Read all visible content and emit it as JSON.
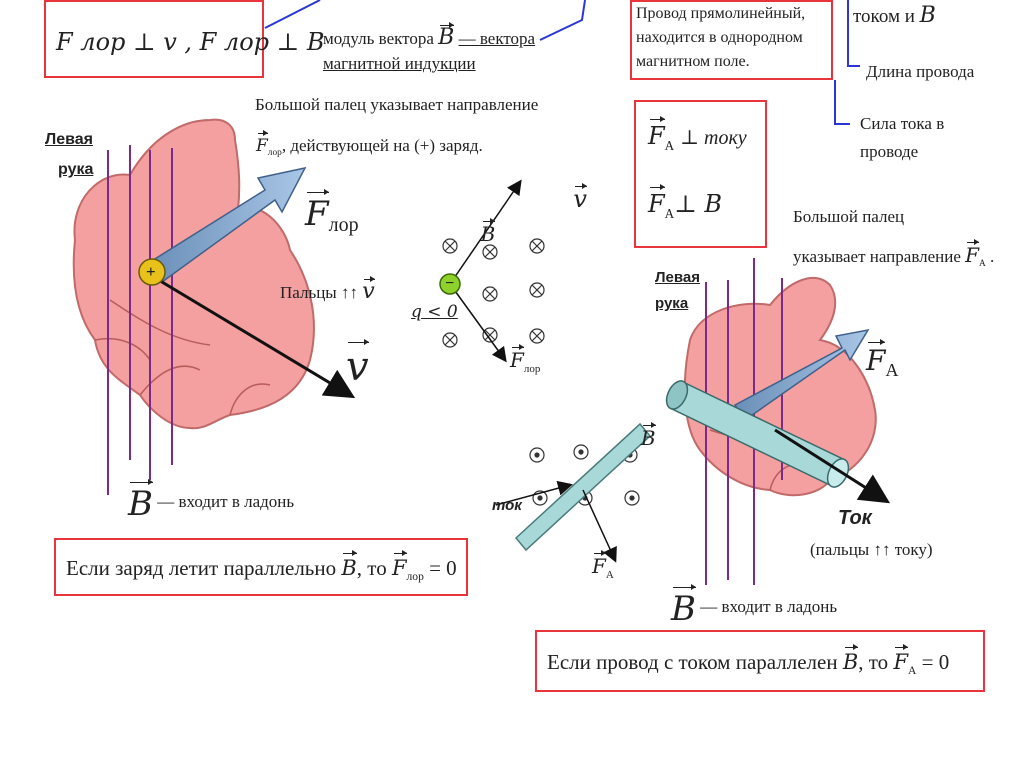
{
  "top_left_box": {
    "line": "F лор ⊥ v , F лор ⊥ B"
  },
  "modulus_text": {
    "part1": "модуль вектора",
    "symbol": "B",
    "part2": "— вектора",
    "part3": "магнитной индукции"
  },
  "top_right_box": {
    "line1": "Провод прямолинейный,",
    "line2": "находится в однородном",
    "line3": "магнитном поле."
  },
  "top_right_labels": {
    "current_and_b": "током и",
    "b_symbol": "B",
    "length": "Длина провода",
    "current_strength_1": "Сила тока в",
    "current_strength_2": "проводе"
  },
  "left_section": {
    "left_hand": [
      "Левая",
      "рука"
    ],
    "thumb_line1": "Большой палец указывает направление",
    "thumb_line2_sym": "F",
    "thumb_line2_sub": "лор",
    "thumb_line2": ", действующей на (+) заряд.",
    "f_label": "F",
    "f_sub": "лор",
    "fingers": "Пальцы ↑↑",
    "v_symbol": "v",
    "v_big": "v",
    "plus": "+",
    "b_symbol": "B",
    "b_enters": "— входит в ладонь",
    "bottom_box": {
      "text": "Если заряд летит параллельно",
      "sym": "B",
      "to": ", то",
      "f": "F",
      "sub": "лор",
      "eq": "= 0"
    }
  },
  "middle_diagram": {
    "b_label": "B",
    "v_label": "v",
    "minus": "−",
    "q_label": "q < 0",
    "f_label": "F",
    "f_sub": "лор",
    "cross": "⊗"
  },
  "right_section": {
    "box": {
      "f_sym": "F",
      "f_sub": "A",
      "perp_text": "⊥ току",
      "perp_b": "⊥ B"
    },
    "thumb_line1": "Большой палец",
    "thumb_line2": "указывает направление",
    "thumb_fa": "F",
    "thumb_fa_sub": "A",
    "left_hand": [
      "Левая",
      "рука"
    ],
    "fa_label": "F",
    "fa_sub": "A",
    "current_label": "Ток",
    "fingers_label": "(пальцы ↑↑ току)",
    "b_symbol": "B",
    "b_enters": "— входит в ладонь",
    "bottom_box": {
      "text": "Если провод с током параллелен",
      "sym": "B",
      "to": ", то",
      "f": "F",
      "sub": "A",
      "eq": "= 0"
    }
  },
  "wire_diagram": {
    "b_label": "B",
    "tok": "ток",
    "f_label": "F",
    "f_sub": "A",
    "dot": "⊙"
  }
}
